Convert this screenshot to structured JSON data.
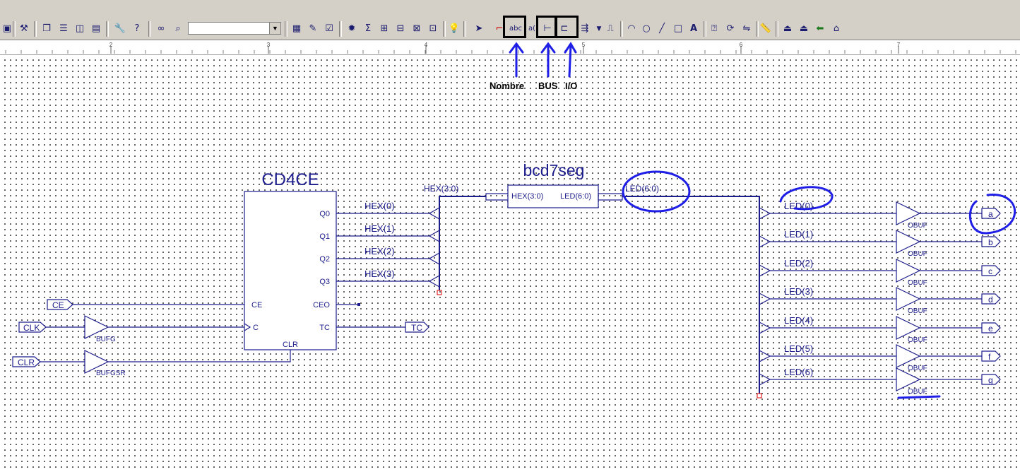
{
  "toolbar": {
    "search_value": "",
    "icons": [
      "save-icon",
      "tools-icon",
      "cascade-icon",
      "tile-h-icon",
      "tile-v-icon",
      "sheet-icon",
      "wrench-icon",
      "help-cursor-icon",
      "binoculars-icon",
      "find-icon",
      "new-sheet-icon",
      "edit-icon",
      "check-icon",
      "chip-icon",
      "sigma-icon",
      "mux-icon",
      "flipflop-icon",
      "dual-ff-icon",
      "latch-icon",
      "bulb-icon",
      "pointer-icon",
      "add-wire-icon",
      "add-net-name-icon",
      "add-bus-tap-icon",
      "add-bus-icon",
      "add-io-marker-icon",
      "bus-entry-icon",
      "pin-icon",
      "arc-icon",
      "circle-icon",
      "line-icon",
      "rect-icon",
      "text-icon",
      "symbol-icon",
      "rotate-icon",
      "mirror-icon",
      "ruler-icon",
      "push-icon",
      "pop-icon",
      "arrow-icon",
      "hierarchy-icon"
    ],
    "text_tool_label": "A"
  },
  "ruler": {
    "ticks": [
      "2",
      "3",
      "4",
      "5",
      "6",
      "7"
    ]
  },
  "annotations": {
    "nombre": "Nombre",
    "bus": "BUS",
    "io": "I/O",
    "color": "#1e1ee6"
  },
  "schematic": {
    "wire_color": "#1c1c8c",
    "counter": {
      "title": "CD4CE",
      "pins_right": [
        "Q0",
        "Q1",
        "Q2",
        "Q3",
        "CEO",
        "TC"
      ],
      "pins_left": [
        "CE",
        "C"
      ],
      "pin_bottom": "CLR"
    },
    "hex_nets": [
      "HEX(0)",
      "HEX(1)",
      "HEX(2)",
      "HEX(3)"
    ],
    "hex_bus": "HEX(3:0)",
    "decoder": {
      "title": "bcd7seg",
      "in_pin": "HEX(3:0)",
      "out_pin": "LED(6:0)"
    },
    "led_bus": "LED(6:0)",
    "led_nets": [
      "LED(0)",
      "LED(1)",
      "LED(2)",
      "LED(3)",
      "LED(4)",
      "LED(5)",
      "LED(6)"
    ],
    "outputs": [
      "a",
      "b",
      "c",
      "d",
      "e",
      "f",
      "g"
    ],
    "obuf": "OBUF",
    "inputs": {
      "ce": "CE",
      "clk": "CLK",
      "clr": "CLR",
      "tc": "TC"
    },
    "bufg": "BUFG",
    "bufgsr": "BUFGSR"
  }
}
